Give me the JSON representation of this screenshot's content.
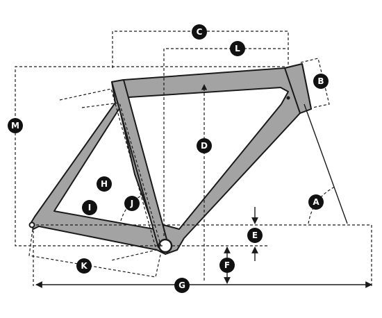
{
  "colors": {
    "frame_fill": "#a3a3a3",
    "frame_stroke": "#1a1a1a",
    "badge": "#111111",
    "badge_text": "#ffffff",
    "background": "#ffffff"
  },
  "labels": {
    "A": "A",
    "B": "B",
    "C": "C",
    "D": "D",
    "E": "E",
    "F": "F",
    "G": "G",
    "H": "H",
    "I": "I",
    "J": "J",
    "K": "K",
    "L": "L",
    "M": "M"
  }
}
